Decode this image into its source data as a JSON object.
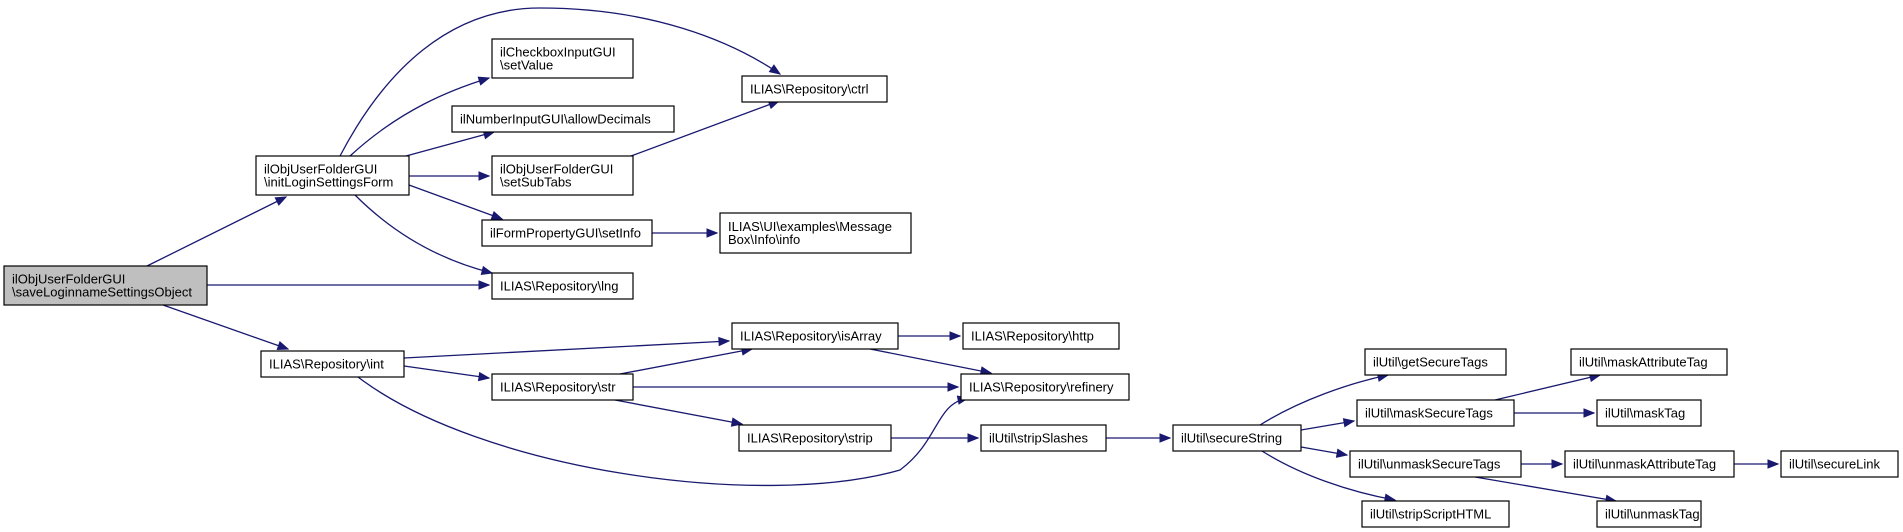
{
  "diagram": {
    "colors": {
      "edge": "#191970",
      "node_border": "#000000",
      "root_fill": "#bfbfbf",
      "node_fill": "#ffffff"
    },
    "nodes": [
      {
        "id": "root",
        "lines": [
          "ilObjUserFolderGUI",
          "\\saveLoginnameSettingsObject"
        ],
        "root": true
      },
      {
        "id": "initLogin",
        "lines": [
          "ilObjUserFolderGUI",
          "\\initLoginSettingsForm"
        ]
      },
      {
        "id": "cbSet",
        "lines": [
          "ilCheckboxInputGUI",
          "\\setValue"
        ]
      },
      {
        "id": "ctrl",
        "lines": [
          "ILIAS\\Repository\\ctrl"
        ]
      },
      {
        "id": "allowDec",
        "lines": [
          "ilNumberInputGUI\\allowDecimals"
        ]
      },
      {
        "id": "setSubTabs",
        "lines": [
          "ilObjUserFolderGUI",
          "\\setSubTabs"
        ]
      },
      {
        "id": "setInfo",
        "lines": [
          "ilFormPropertyGUI\\setInfo"
        ]
      },
      {
        "id": "msgInfo",
        "lines": [
          "ILIAS\\UI\\examples\\Message",
          "Box\\Info\\info"
        ]
      },
      {
        "id": "lng",
        "lines": [
          "ILIAS\\Repository\\lng"
        ]
      },
      {
        "id": "int",
        "lines": [
          "ILIAS\\Repository\\int"
        ]
      },
      {
        "id": "isArray",
        "lines": [
          "ILIAS\\Repository\\isArray"
        ]
      },
      {
        "id": "http",
        "lines": [
          "ILIAS\\Repository\\http"
        ]
      },
      {
        "id": "refinery",
        "lines": [
          "ILIAS\\Repository\\refinery"
        ]
      },
      {
        "id": "str",
        "lines": [
          "ILIAS\\Repository\\str"
        ]
      },
      {
        "id": "strip",
        "lines": [
          "ILIAS\\Repository\\strip"
        ]
      },
      {
        "id": "stripSl",
        "lines": [
          "ilUtil\\stripSlashes"
        ]
      },
      {
        "id": "secStr",
        "lines": [
          "ilUtil\\secureString"
        ]
      },
      {
        "id": "getSec",
        "lines": [
          "ilUtil\\getSecureTags"
        ]
      },
      {
        "id": "maskSec",
        "lines": [
          "ilUtil\\maskSecureTags"
        ]
      },
      {
        "id": "unmaskSec",
        "lines": [
          "ilUtil\\unmaskSecureTags"
        ]
      },
      {
        "id": "stripScr",
        "lines": [
          "ilUtil\\stripScriptHTML"
        ]
      },
      {
        "id": "maskAttr",
        "lines": [
          "ilUtil\\maskAttributeTag"
        ]
      },
      {
        "id": "maskTag",
        "lines": [
          "ilUtil\\maskTag"
        ]
      },
      {
        "id": "unmaskAttr",
        "lines": [
          "ilUtil\\unmaskAttributeTag"
        ]
      },
      {
        "id": "unmaskTag",
        "lines": [
          "ilUtil\\unmaskTag"
        ]
      },
      {
        "id": "secLink",
        "lines": [
          "ilUtil\\secureLink"
        ]
      }
    ],
    "edges": [
      {
        "from": "root",
        "to": "initLogin"
      },
      {
        "from": "root",
        "to": "lng"
      },
      {
        "from": "root",
        "to": "int"
      },
      {
        "from": "initLogin",
        "to": "ctrl"
      },
      {
        "from": "initLogin",
        "to": "cbSet"
      },
      {
        "from": "initLogin",
        "to": "allowDec"
      },
      {
        "from": "initLogin",
        "to": "setSubTabs"
      },
      {
        "from": "initLogin",
        "to": "setInfo"
      },
      {
        "from": "initLogin",
        "to": "lng"
      },
      {
        "from": "setSubTabs",
        "to": "ctrl"
      },
      {
        "from": "setInfo",
        "to": "msgInfo"
      },
      {
        "from": "int",
        "to": "isArray"
      },
      {
        "from": "int",
        "to": "str"
      },
      {
        "from": "int",
        "to": "refinery"
      },
      {
        "from": "str",
        "to": "isArray"
      },
      {
        "from": "str",
        "to": "refinery"
      },
      {
        "from": "str",
        "to": "strip"
      },
      {
        "from": "isArray",
        "to": "http"
      },
      {
        "from": "isArray",
        "to": "refinery"
      },
      {
        "from": "strip",
        "to": "stripSl"
      },
      {
        "from": "stripSl",
        "to": "secStr"
      },
      {
        "from": "secStr",
        "to": "getSec"
      },
      {
        "from": "secStr",
        "to": "maskSec"
      },
      {
        "from": "secStr",
        "to": "unmaskSec"
      },
      {
        "from": "secStr",
        "to": "stripScr"
      },
      {
        "from": "maskSec",
        "to": "maskAttr"
      },
      {
        "from": "maskSec",
        "to": "maskTag"
      },
      {
        "from": "unmaskSec",
        "to": "unmaskAttr"
      },
      {
        "from": "unmaskSec",
        "to": "unmaskTag"
      },
      {
        "from": "unmaskAttr",
        "to": "secLink"
      }
    ]
  }
}
